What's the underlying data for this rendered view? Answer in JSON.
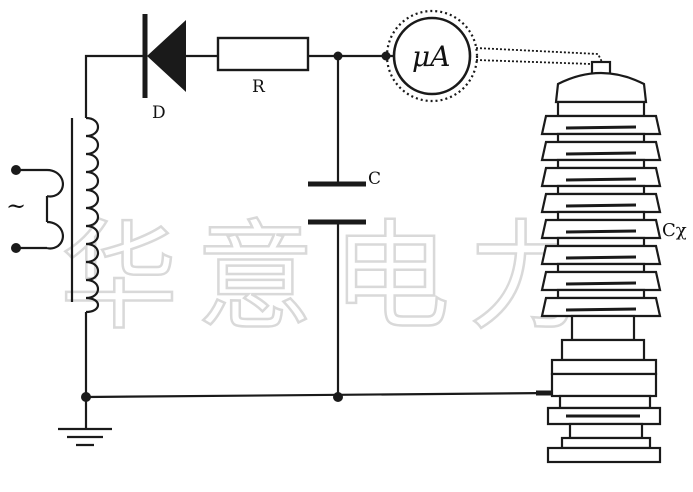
{
  "labels": {
    "diode": "D",
    "resistor": "R",
    "capacitor": "C",
    "meter": "μA",
    "test_object": "Cχ",
    "ac_source": "~"
  },
  "watermark": "华意电力",
  "colors": {
    "ink": "#1a1a1a",
    "watermark": "#d9d9d9",
    "background": "#ffffff"
  }
}
